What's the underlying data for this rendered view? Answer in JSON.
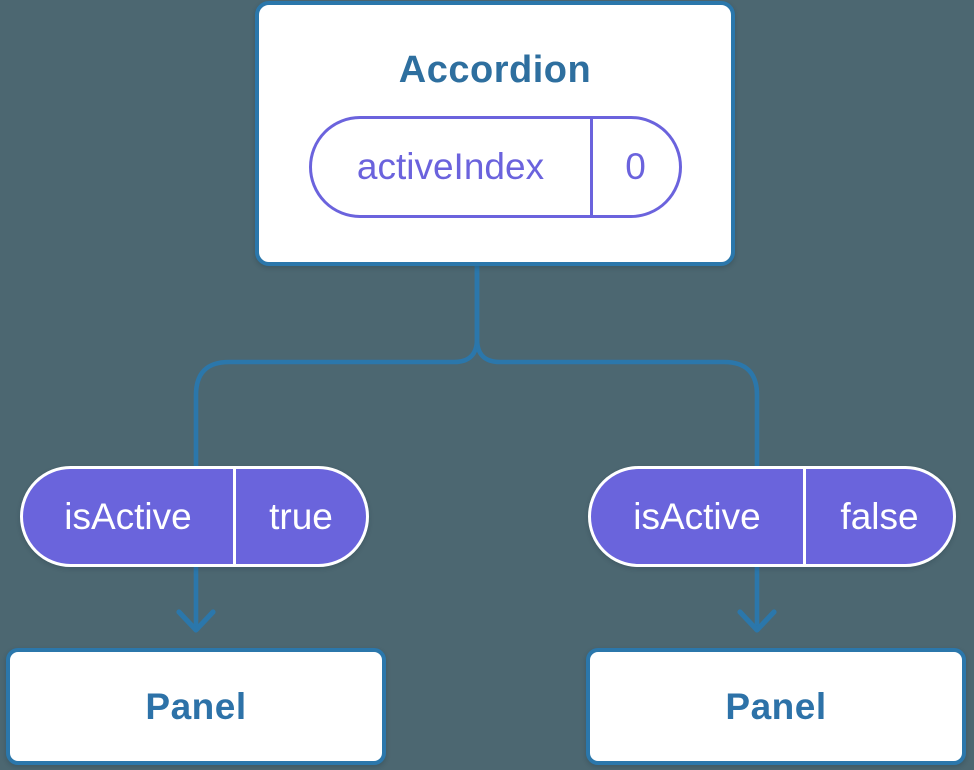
{
  "colors": {
    "background": "#4c6771",
    "line-blue": "#2b77ab",
    "heading-blue": "#2e6f9f",
    "panel-text-blue": "#2d72a8",
    "pill-purple": "#6a64dc",
    "pill-purple-border": "#6b63dd",
    "white": "#ffffff"
  },
  "diagram": {
    "root": {
      "title": "Accordion",
      "state": {
        "name": "activeIndex",
        "value": "0"
      }
    },
    "children": [
      {
        "prop": {
          "name": "isActive",
          "value": "true"
        },
        "panel": {
          "title": "Panel"
        }
      },
      {
        "prop": {
          "name": "isActive",
          "value": "false"
        },
        "panel": {
          "title": "Panel"
        }
      }
    ]
  }
}
